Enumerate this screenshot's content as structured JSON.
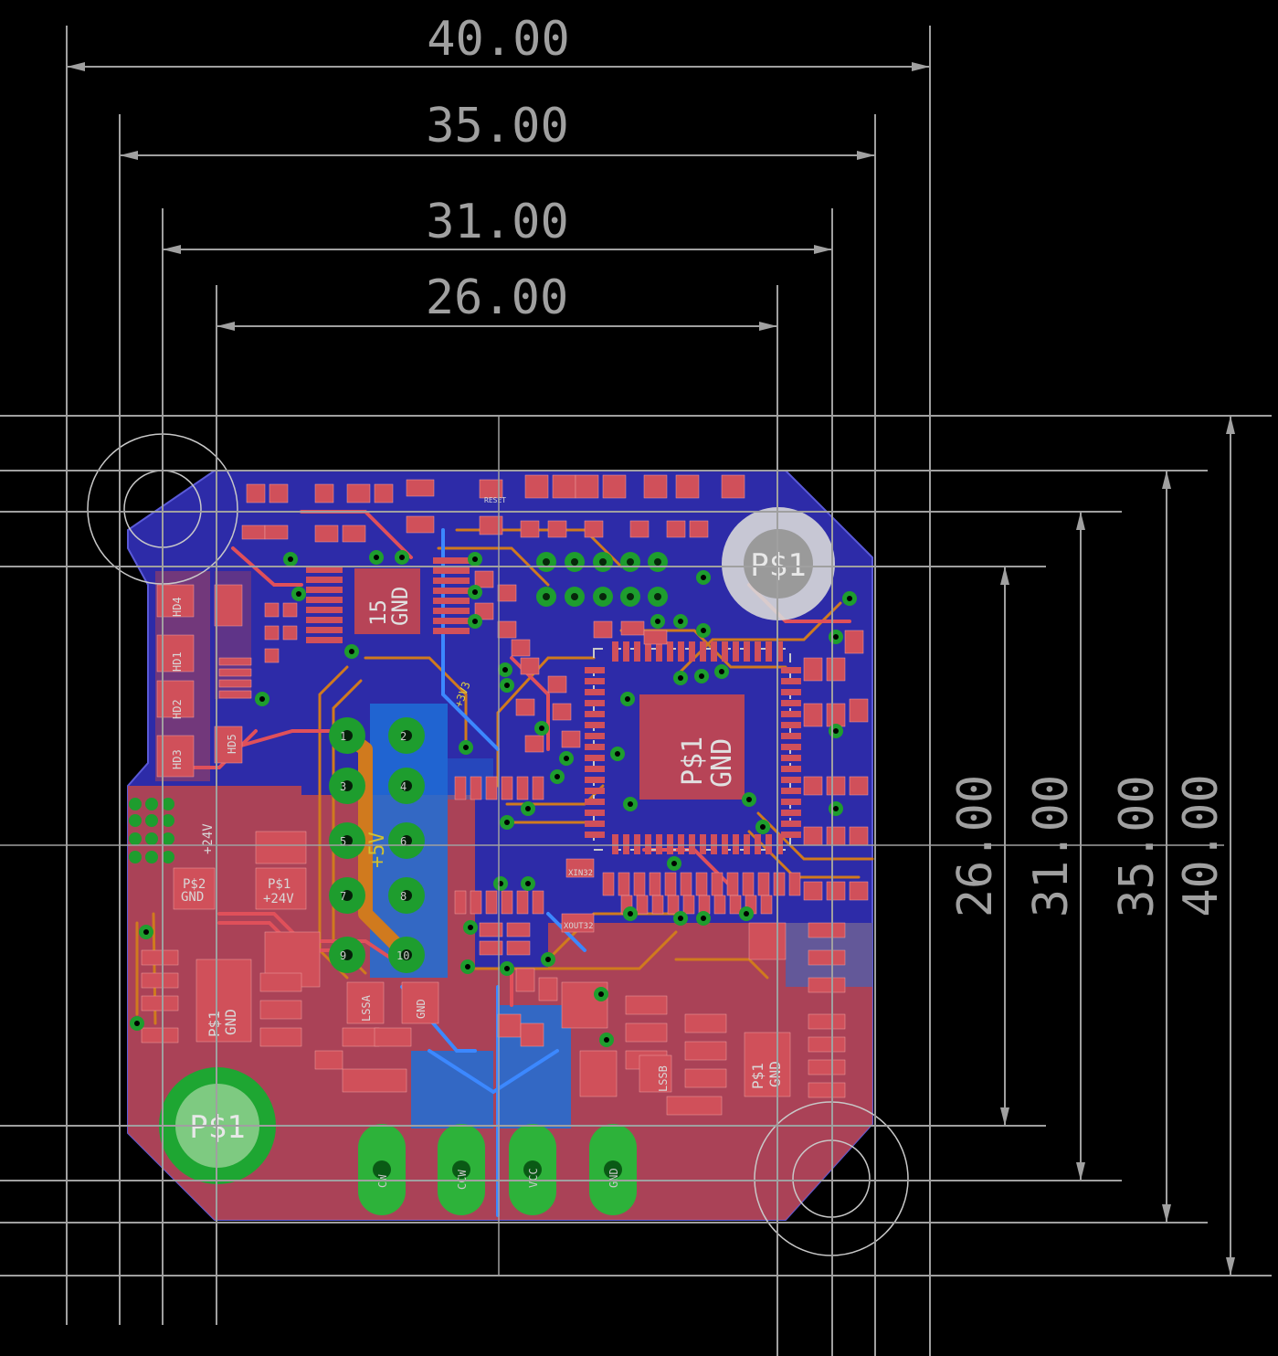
{
  "colors": {
    "background": "#000000",
    "dimension": "#a0a0a0",
    "board_blue": "#2d2ba8",
    "copper_top": "#c2454f",
    "copper_bottom": "#1e6fd8",
    "pad_green": "#2db23a",
    "silk": "#c8c8c8",
    "trace_orange": "#d07a1e"
  },
  "dimensions": {
    "horizontal": [
      "40.00",
      "35.00",
      "31.00",
      "26.00"
    ],
    "vertical": [
      "26.00",
      "31.00",
      "35.00",
      "40.00"
    ]
  },
  "labels": {
    "mount_top": "P$1",
    "mount_bottom": "P$1",
    "ic_main_a": "P$1",
    "ic_main_b": "GND",
    "ic_reg_a": "15",
    "ic_reg_b": "GND",
    "pwr_gnd_a": "P$2",
    "pwr_gnd_b": "GND",
    "pwr_24_a": "P$1",
    "pwr_24_b": "+24V",
    "sink_a": "P$1",
    "sink_b": "GND",
    "sink2_a": "P$1",
    "sink2_b": "GND",
    "rail_5v": "+5V",
    "rail_24v": "+24V",
    "rail_3v3": "+3V3",
    "hd1": "HD1",
    "hd2": "HD2",
    "hd3": "HD3",
    "hd4": "HD4",
    "hd5": "HD5",
    "lssa": "LSSA",
    "lssb": "LSSB",
    "xin32": "XIN32",
    "xout32": "XOUT32",
    "reset": "RESET",
    "gnd_small": "GND",
    "hdr_1": "1",
    "hdr_2": "2",
    "hdr_3": "3",
    "hdr_4": "4",
    "hdr_5": "5",
    "hdr_6": "6",
    "hdr_7": "7",
    "hdr_8": "8",
    "hdr_9": "9",
    "hdr_10": "10",
    "out_a": "CW",
    "out_b": "CCW",
    "out_c": "VCC",
    "out_d": "GND"
  }
}
